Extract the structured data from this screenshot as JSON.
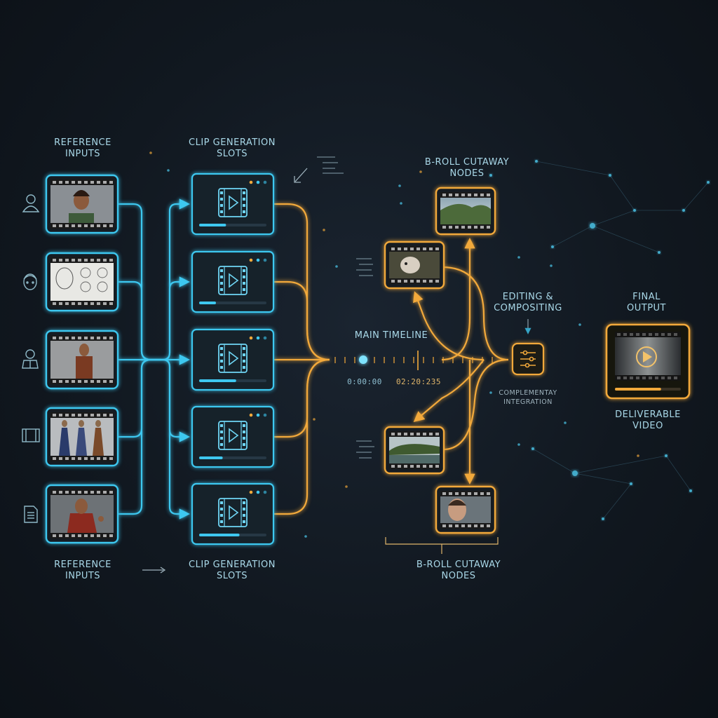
{
  "labels": {
    "reference_inputs_top": "REFERENCE\nINPUTS",
    "clip_generation_top": "CLIP GENERATION\nSLOTS",
    "broll_top": "B-ROLL CUTAWAY\nNODES",
    "editing": "EDITING &\nCOMPOSITING",
    "final_output": "FINAL\nOUTPUT",
    "main_timeline": "MAIN TIMELINE",
    "time_start": "0:00:00",
    "time_mark": "02:20:235",
    "integration": "COMPLEMENTAY\nINTEGRATION",
    "deliverable": "DELIVERABLE\nVIDEO",
    "reference_inputs_bottom": "REFERENCE\nINPUTS",
    "clip_generation_bottom": "CLIP GENERATION\nSLOTS",
    "broll_bottom": "B-ROLL CUTAWAY\nNODES"
  },
  "icons": {
    "left_column": [
      "person-icon",
      "face-outline-icon",
      "character-icon",
      "film-strip-icon",
      "document-icon"
    ],
    "editing_node": "sliders-icon",
    "output_play": "play-icon"
  },
  "reference_inputs": [
    {
      "name": "character-portrait"
    },
    {
      "name": "face-sketch-sheet"
    },
    {
      "name": "full-body-character"
    },
    {
      "name": "costume-lineup"
    },
    {
      "name": "character-pose"
    }
  ],
  "clip_slots": [
    {
      "progress": 0.4
    },
    {
      "progress": 0.25
    },
    {
      "progress": 0.55
    },
    {
      "progress": 0.35
    },
    {
      "progress": 0.6
    }
  ],
  "broll_nodes": [
    {
      "name": "mountain-landscape"
    },
    {
      "name": "animal-closeup"
    },
    {
      "name": "river-landscape"
    },
    {
      "name": "face-closeup"
    }
  ],
  "final_output_progress": 0.7,
  "colors": {
    "cyan": "#3ec8f0",
    "orange": "#f2a93b",
    "background": "#111820"
  }
}
